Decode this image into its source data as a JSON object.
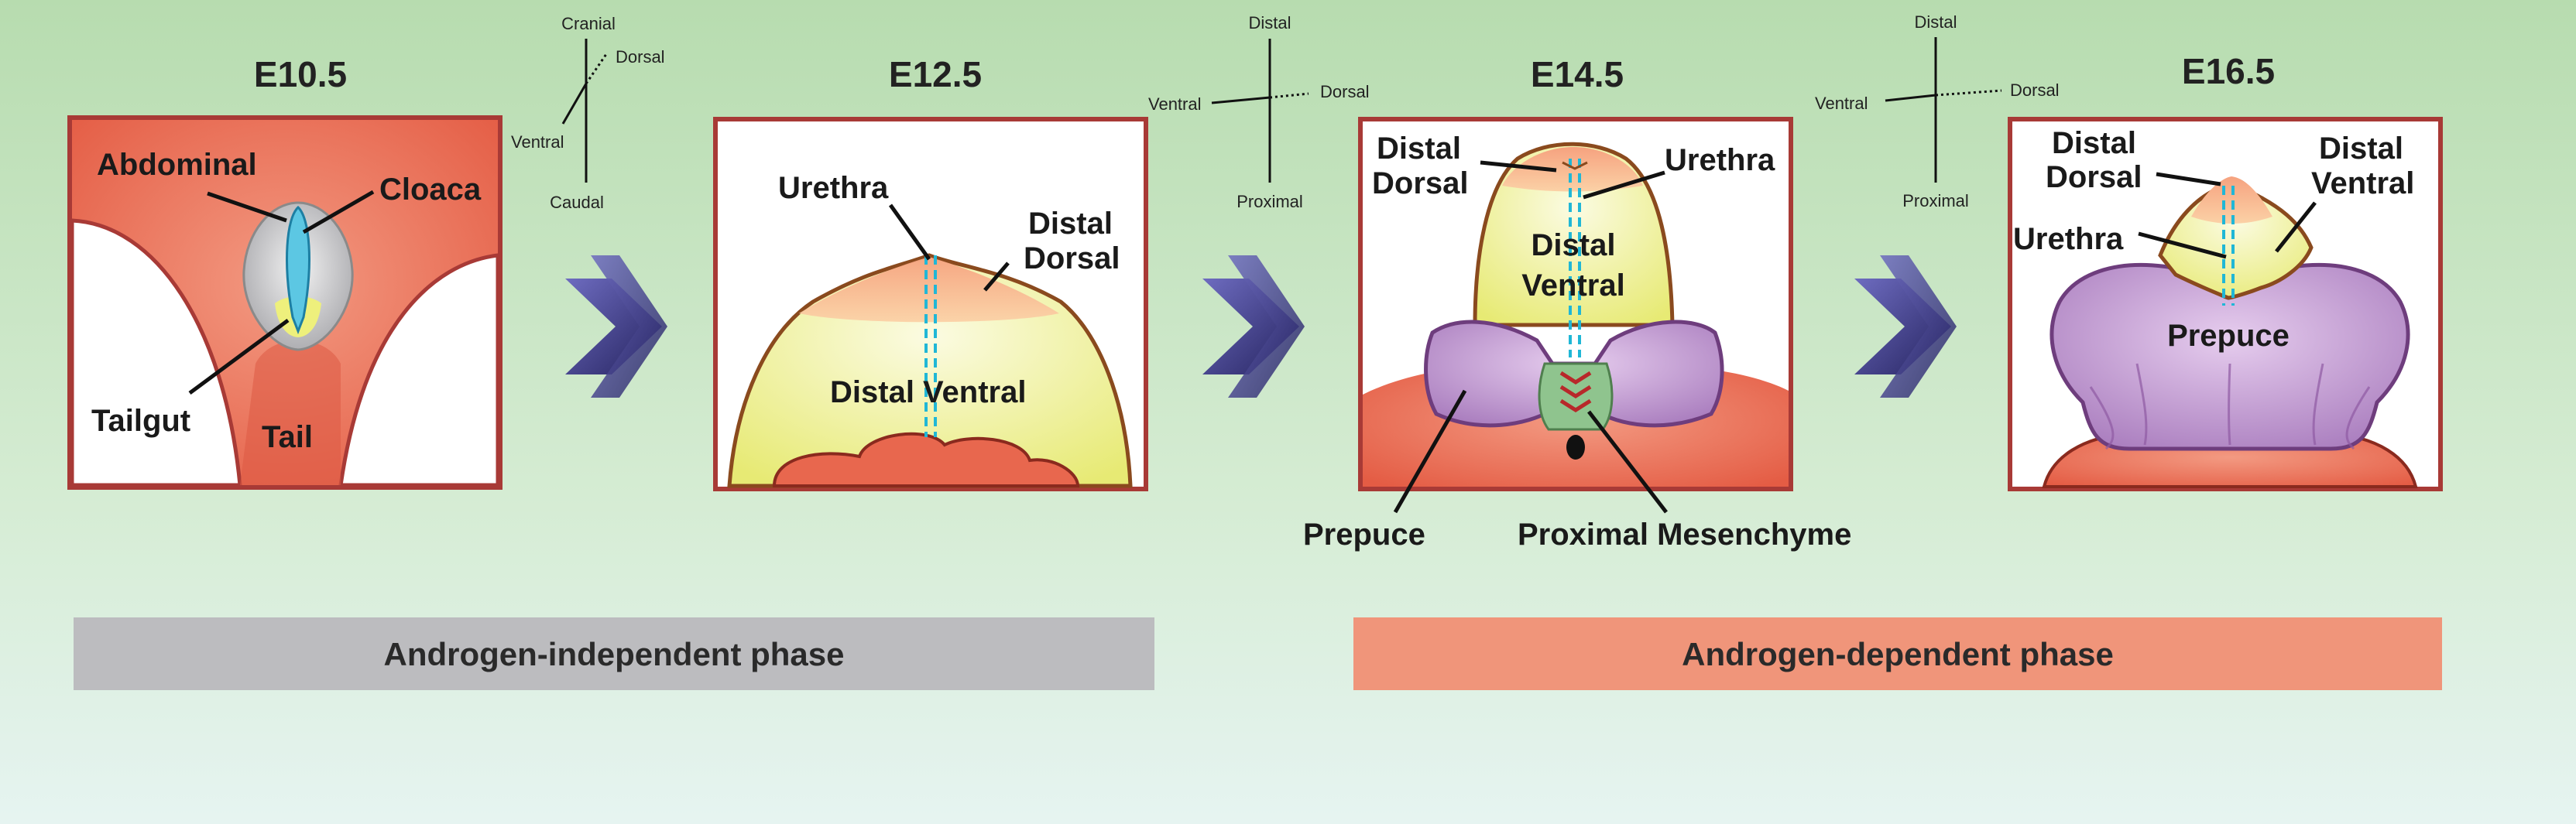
{
  "stages": [
    {
      "title": "E10.5",
      "labels": {
        "abdominal": "Abdominal",
        "cloaca": "Cloaca",
        "tailgut": "Tailgut",
        "tail": "Tail"
      }
    },
    {
      "title": "E12.5",
      "labels": {
        "urethra": "Urethra",
        "distal_dorsal_1": "Distal",
        "distal_dorsal_2": "Dorsal",
        "distal_ventral": "Distal Ventral"
      }
    },
    {
      "title": "E14.5",
      "labels": {
        "distal_dorsal_1": "Distal",
        "distal_dorsal_2": "Dorsal",
        "urethra": "Urethra",
        "distal_ventral_1": "Distal",
        "distal_ventral_2": "Ventral",
        "prepuce": "Prepuce",
        "proximal_mesenchyme": "Proximal Mesenchyme"
      }
    },
    {
      "title": "E16.5",
      "labels": {
        "distal_dorsal_1": "Distal",
        "distal_dorsal_2": "Dorsal",
        "distal_ventral_1": "Distal",
        "distal_ventral_2": "Ventral",
        "urethra": "Urethra",
        "prepuce": "Prepuce"
      }
    }
  ],
  "axes": [
    {
      "up": "Cranial",
      "diag": "Dorsal",
      "left": "Ventral",
      "down": "Caudal"
    },
    {
      "up": "Distal",
      "right": "Dorsal",
      "left": "Ventral",
      "down": "Proximal"
    },
    {
      "up": "Distal",
      "right": "Dorsal",
      "left": "Ventral",
      "down": "Proximal"
    }
  ],
  "phases": {
    "independent": "Androgen-independent phase",
    "dependent": "Androgen-dependent phase"
  },
  "colors": {
    "background_top": "#b8dcb0",
    "background_bottom": "#e4f3ee",
    "frame_border": "#a83a36",
    "mesenchyme_red": "#e8674e",
    "distal_dorsal": "#f7b58c",
    "distal_ventral": "#eef08a",
    "prepuce": "#b88ac8",
    "urethra": "#20b7d6",
    "arrow": "#3c3a8e",
    "phase_independent": "#bcbcbf",
    "phase_dependent": "#f0957a"
  }
}
